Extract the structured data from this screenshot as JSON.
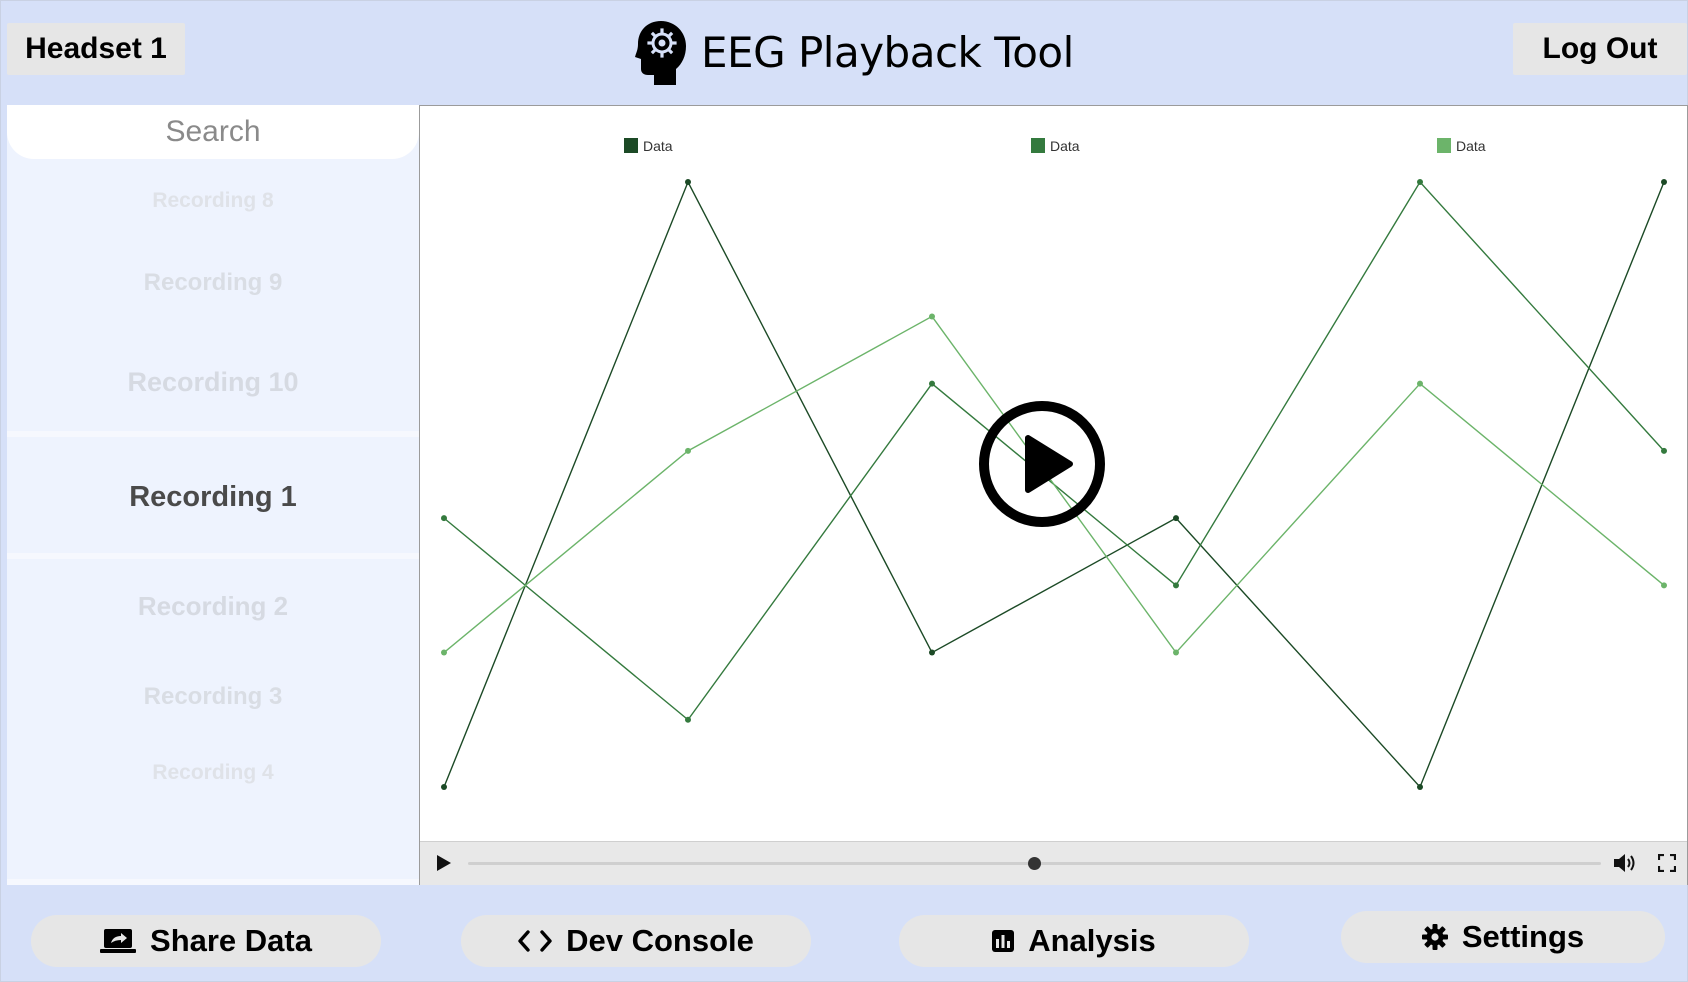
{
  "header": {
    "headset_label": "Headset 1",
    "title": "EEG Playback Tool",
    "logo_icon": "head-gear-icon",
    "logout_label": "Log Out"
  },
  "sidebar": {
    "search_placeholder": "Search",
    "recordings": [
      "Recording 8",
      "Recording 9",
      "Recording 10",
      "Recording 1",
      "Recording 2",
      "Recording 3",
      "Recording 4"
    ],
    "selected": "Recording 1"
  },
  "player": {
    "play_icon": "play-icon",
    "volume_icon": "volume-icon",
    "fullscreen_icon": "fullscreen-icon",
    "progress": 0.5
  },
  "chart_data": {
    "type": "line",
    "x": [
      0,
      1,
      2,
      3,
      4,
      5
    ],
    "ylim": [
      0,
      10
    ],
    "series": [
      {
        "name": "Data",
        "color": "#1c4a26",
        "values": [
          0,
          9,
          2,
          4,
          0,
          9
        ]
      },
      {
        "name": "Data",
        "color": "#347a3e",
        "values": [
          4,
          1,
          6,
          3,
          9,
          5
        ]
      },
      {
        "name": "Data",
        "color": "#6cb46a",
        "values": [
          2,
          5,
          7,
          2,
          6,
          3
        ]
      }
    ]
  },
  "toolbar": {
    "share_label": "Share Data",
    "share_icon": "share-screen-icon",
    "dev_label": "Dev Console",
    "dev_icon": "code-icon",
    "analysis_label": "Analysis",
    "analysis_icon": "bar-chart-icon",
    "settings_label": "Settings",
    "settings_icon": "gear-icon"
  }
}
